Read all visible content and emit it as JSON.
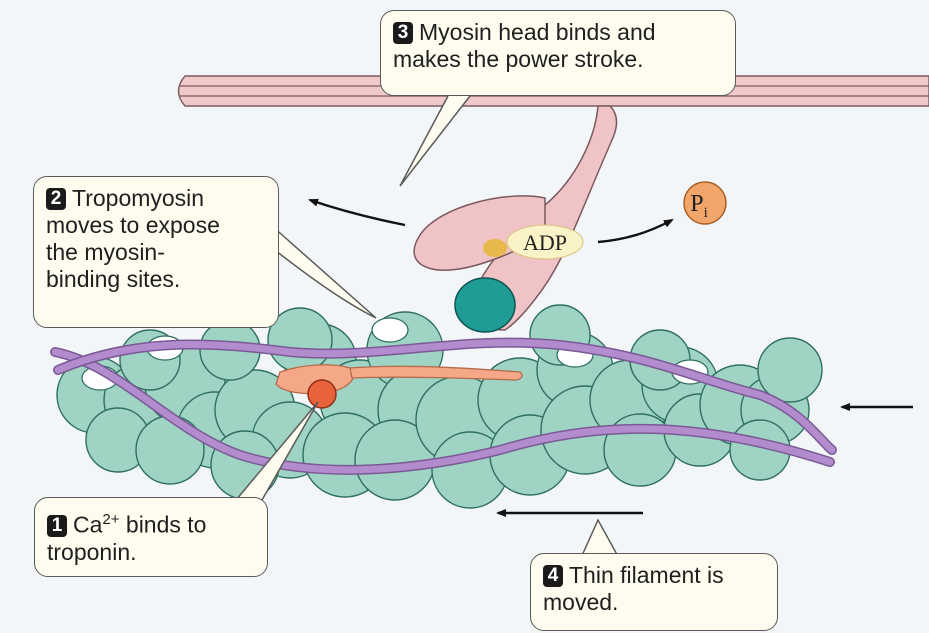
{
  "steps": [
    {
      "number": "1",
      "text_pre": "Ca",
      "superscript": "2+",
      "text_post": " binds to\ntroponin."
    },
    {
      "number": "2",
      "text": "Tropomyosin\nmoves to expose\nthe myosin-\nbinding sites."
    },
    {
      "number": "3",
      "text": "Myosin head binds and\nmakes the power stroke."
    },
    {
      "number": "4",
      "text": "Thin filament is\nmoved."
    }
  ],
  "labels": {
    "adp": "ADP",
    "pi_base": "P",
    "pi_sub": "i"
  },
  "colors": {
    "actin": "#9fd3c4",
    "tropomyosin": "#b28ccd",
    "troponin": "#f4a887",
    "calcium": "#e8623a",
    "myosin": "#f0c3c6",
    "myosin_head_site": "#1f9c96",
    "phosphate": "#f2a66a",
    "callout_bg": "#fdfcef"
  }
}
